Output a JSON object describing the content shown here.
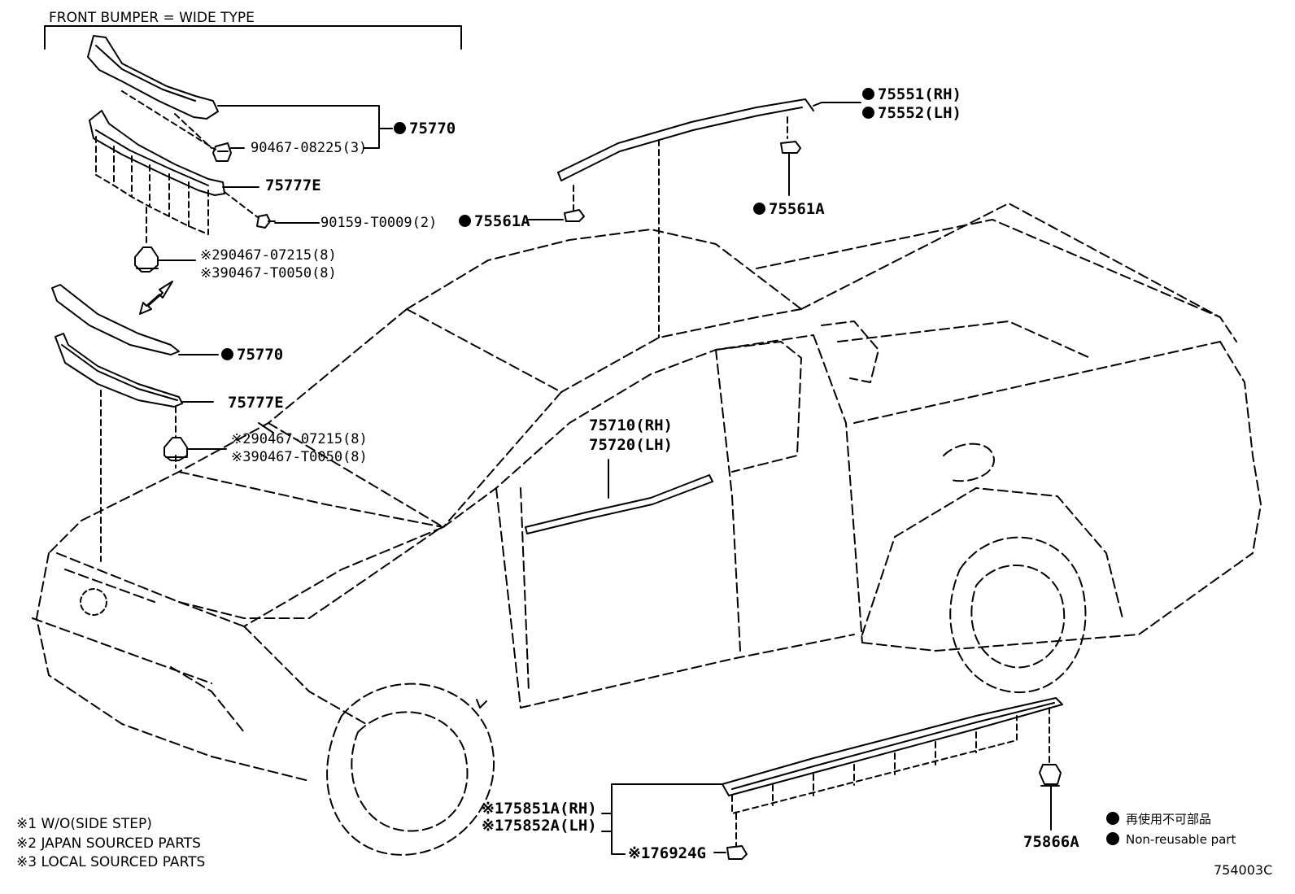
{
  "header": {
    "group_title": "FRONT BUMPER = WIDE TYPE"
  },
  "parts": [
    {
      "id": "p1",
      "label": "75770",
      "non_reusable": true
    },
    {
      "id": "p2",
      "label": "90467-08225(3)",
      "non_reusable": false
    },
    {
      "id": "p3",
      "label": "75777E",
      "non_reusable": false
    },
    {
      "id": "p4",
      "label": "90159-T0009(2)",
      "non_reusable": false
    },
    {
      "id": "p5",
      "label": "※290467-07215(8)",
      "non_reusable": false
    },
    {
      "id": "p6",
      "label": "※390467-T0050(8)",
      "non_reusable": false
    },
    {
      "id": "p7",
      "label": "75770",
      "non_reusable": true
    },
    {
      "id": "p8",
      "label": "75777E",
      "non_reusable": false
    },
    {
      "id": "p9",
      "label": "※290467-07215(8)",
      "non_reusable": false
    },
    {
      "id": "p10",
      "label": "※390467-T0050(8)",
      "non_reusable": false
    },
    {
      "id": "p11",
      "label": "75551(RH)",
      "non_reusable": true
    },
    {
      "id": "p12",
      "label": "75552(LH)",
      "non_reusable": true
    },
    {
      "id": "p13",
      "label": "75561A",
      "non_reusable": true
    },
    {
      "id": "p14",
      "label": "75561A",
      "non_reusable": true
    },
    {
      "id": "p15",
      "label": "75710(RH)",
      "non_reusable": false
    },
    {
      "id": "p16",
      "label": "75720(LH)",
      "non_reusable": false
    },
    {
      "id": "p17",
      "label": "※175851A(RH)",
      "non_reusable": false
    },
    {
      "id": "p18",
      "label": "※175852A(LH)",
      "non_reusable": false
    },
    {
      "id": "p19",
      "label": "※176924G",
      "non_reusable": false
    },
    {
      "id": "p20",
      "label": "75866A",
      "non_reusable": false
    }
  ],
  "notes": [
    "※1 W/O(SIDE STEP)",
    "※2 JAPAN SOURCED PARTS",
    "※3 LOCAL SOURCED PARTS"
  ],
  "legend": {
    "japanese": "再使用不可部品",
    "english": "Non-reusable part"
  },
  "diagram_code": "754003C"
}
